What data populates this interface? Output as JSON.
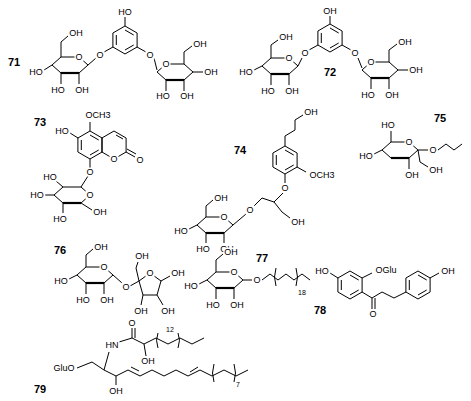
{
  "diagram": {
    "labels": [
      "71",
      "HO",
      "O",
      "O",
      "O",
      "OH",
      "HO",
      "HO",
      "OH",
      "O",
      "OH",
      "HO",
      "OH",
      "OH",
      "72",
      "OH",
      "O",
      "O",
      "O",
      "OH",
      "HO",
      "HO",
      "OH",
      "O",
      "OH",
      "OH",
      "HO",
      "OH",
      "73",
      "OCH3",
      "HO",
      "O",
      "O",
      "O",
      "O",
      "OH",
      "HO",
      "HO",
      "HO",
      "74",
      "OH",
      "O",
      "OCH3",
      "OH",
      "O",
      "O",
      "OH",
      "HO",
      "HO",
      "OH",
      "75",
      "O",
      "O",
      "OH",
      "HO",
      "HO",
      "OH",
      "76",
      "O",
      "O",
      "OH",
      "HO",
      "HO",
      "OH",
      "O",
      "OH",
      "OH",
      "OH",
      "OH",
      "77",
      "O",
      "O",
      "18",
      "OH",
      "HO",
      "HO",
      "OH",
      "78",
      "HO",
      "OGlu",
      "O",
      "OH",
      "79",
      "GluO",
      "HN",
      "O",
      "OH",
      "12",
      "OH",
      "7"
    ]
  }
}
